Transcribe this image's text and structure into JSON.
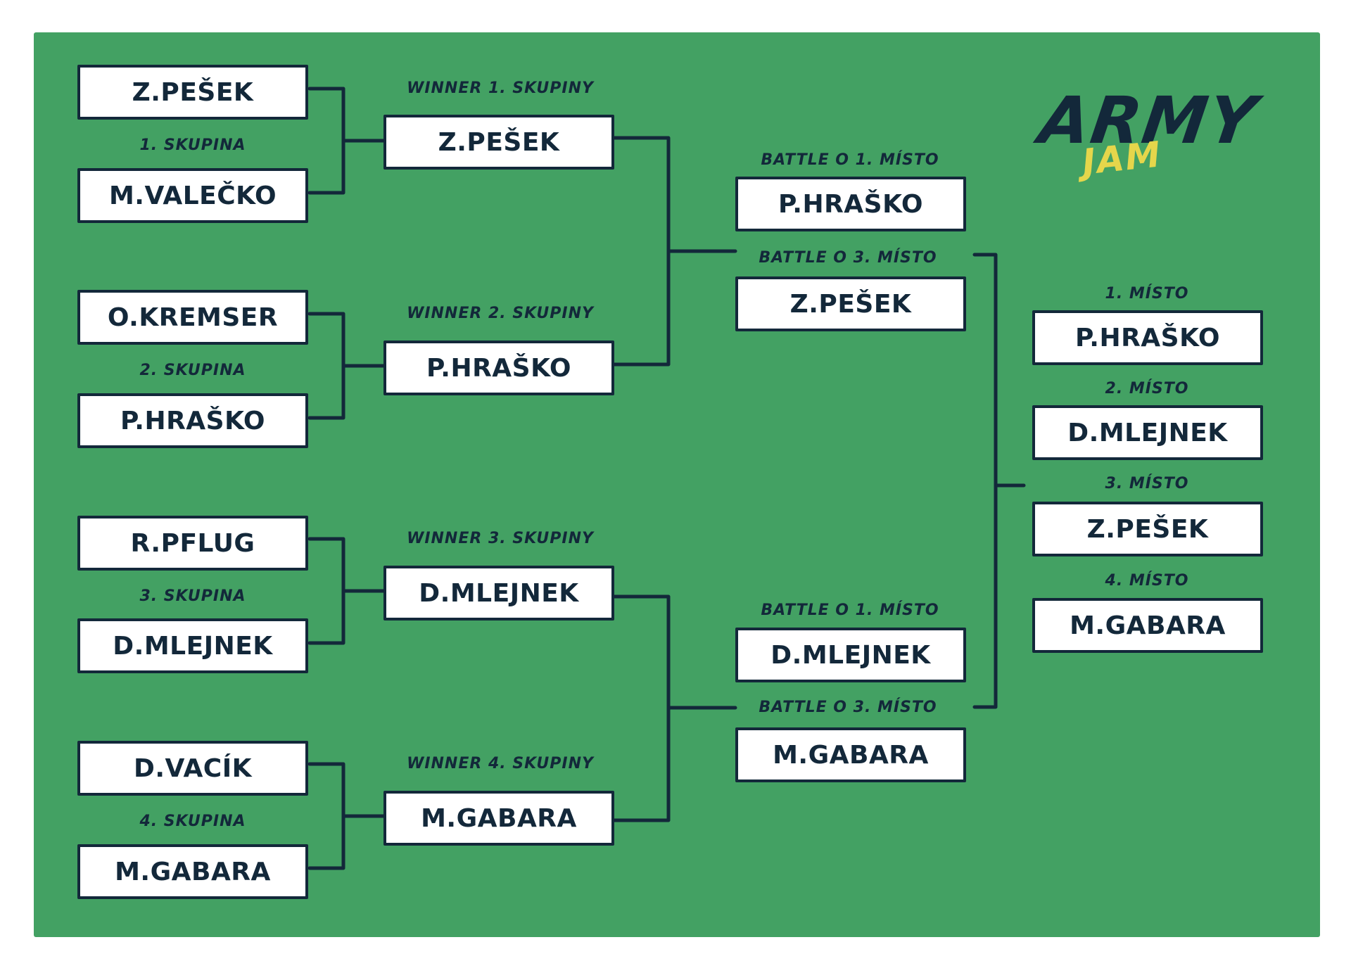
{
  "groups": [
    {
      "label": "1. skupina",
      "top": "Z.PEŠEK",
      "bottom": "M.VALEČKO",
      "winner_label": "Winner 1. skupiny",
      "winner": "Z.PEŠEK"
    },
    {
      "label": "2. skupina",
      "top": "O.KREMSER",
      "bottom": "P.HRAŠKO",
      "winner_label": "Winner 2. skupiny",
      "winner": "P.HRAŠKO"
    },
    {
      "label": "3. skupina",
      "top": "R.PFLUG",
      "bottom": "D.MLEJNEK",
      "winner_label": "Winner 3. skupiny",
      "winner": "D.MLEJNEK"
    },
    {
      "label": "4. skupina",
      "top": "D.VACÍK",
      "bottom": "M.GABARA",
      "winner_label": "Winner 4. skupiny",
      "winner": "M.GABARA"
    }
  ],
  "semis": [
    {
      "first_label": "Battle o 1. místo",
      "first": "P.HRAŠKO",
      "third_label": "Battle o 3. místo",
      "third": "Z.PEŠEK"
    },
    {
      "first_label": "Battle o 1. místo",
      "first": "D.MLEJNEK",
      "third_label": "Battle o 3. místo",
      "third": "M.GABARA"
    }
  ],
  "final": [
    {
      "label": "1. místo",
      "name": "P.HRAŠKO"
    },
    {
      "label": "2. místo",
      "name": "D.MLEJNEK"
    },
    {
      "label": "3. místo",
      "name": "Z.PEŠEK"
    },
    {
      "label": "4. místo",
      "name": "M.GABARA"
    }
  ],
  "logo": {
    "line1": "ARMY",
    "line2": "JAM"
  },
  "colors": {
    "background": "#43a163",
    "ink": "#13283a",
    "box": "#ffffff",
    "logo_accent": "#e5d64b"
  }
}
